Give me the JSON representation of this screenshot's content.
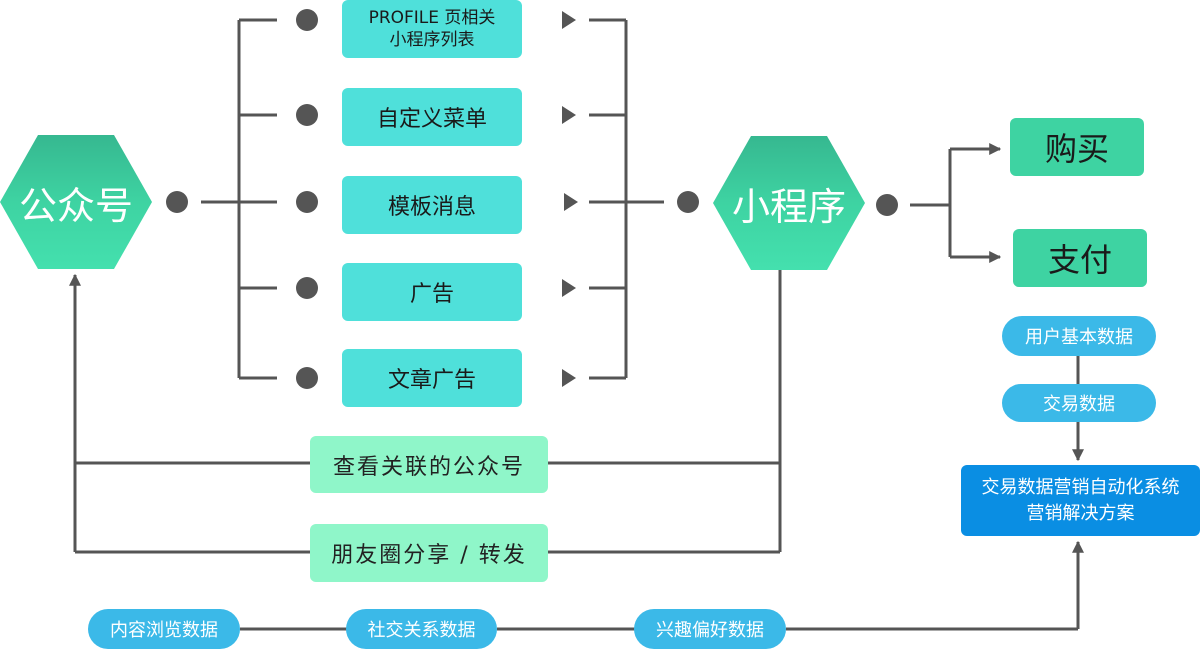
{
  "nodes": {
    "gongzhonghao": "公众号",
    "xiaochengxu": "小程序",
    "goumai": "购买",
    "zhifu": "支付"
  },
  "features": [
    {
      "line1": "PROFILE 页相关",
      "line2": "小程序列表"
    },
    {
      "label": "自定义菜单"
    },
    {
      "label": "模板消息"
    },
    {
      "label": "广告"
    },
    {
      "label": "文章广告"
    }
  ],
  "links": {
    "view_related": "查看关联的公众号",
    "moments_share": "朋友圈分享 / 转发"
  },
  "data_sources": [
    "内容浏览数据",
    "社交关系数据",
    "兴趣偏好数据"
  ],
  "user_data": [
    "用户基本数据",
    "交易数据"
  ],
  "solution": {
    "line1": "交易数据营销自动化系统",
    "line2": "营销解决方案"
  },
  "colors": {
    "hexagon": "#3ed3a2",
    "feature": "#4fe0da",
    "green_box": "#3ed3a2",
    "mint_box": "#8ff6c9",
    "pill": "#3bb9e8",
    "solution_box": "#0a8ee3",
    "connector": "#555555"
  }
}
